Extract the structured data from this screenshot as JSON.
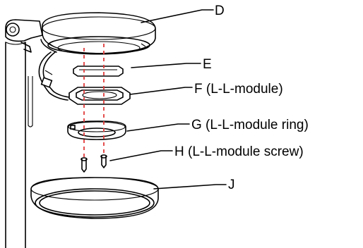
{
  "callouts": [
    {
      "id": "D",
      "label": "D"
    },
    {
      "id": "E",
      "label": "E"
    },
    {
      "id": "F",
      "label": "F (L-L-module)"
    },
    {
      "id": "G",
      "label": "G (L-L-module ring)"
    },
    {
      "id": "H",
      "label": "H (L-L-module screw)"
    },
    {
      "id": "J",
      "label": "J"
    }
  ],
  "colors": {
    "line": "#000000",
    "axis_dashes": "#e23b3b",
    "background": "#ffffff"
  }
}
